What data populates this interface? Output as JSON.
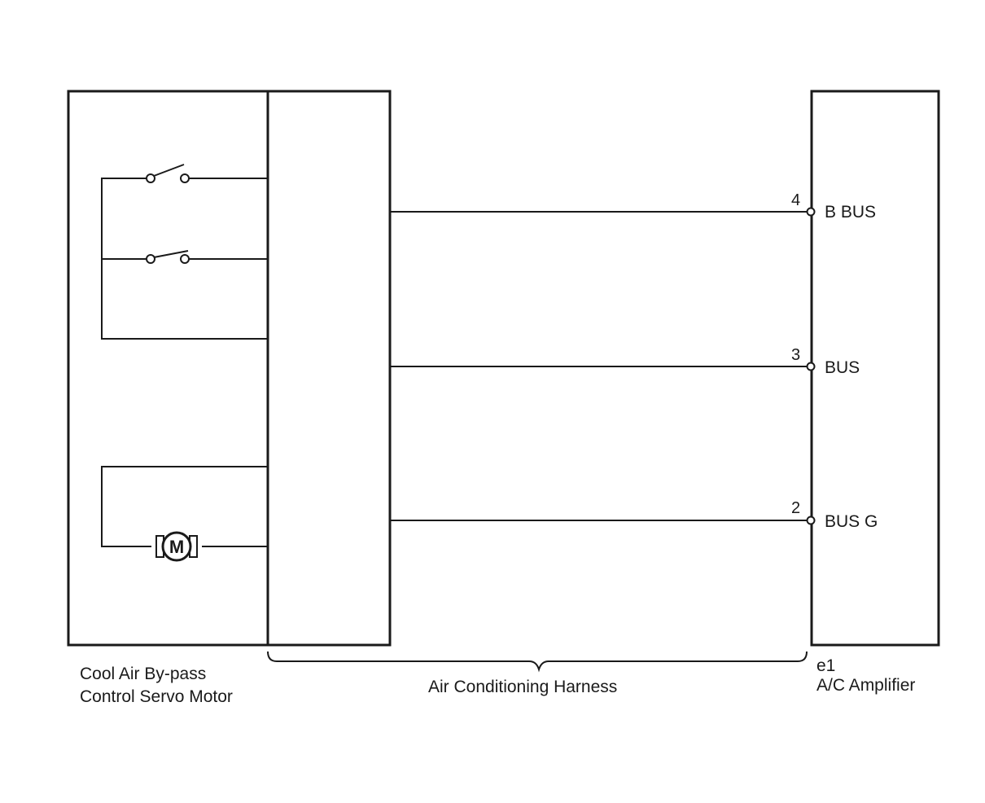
{
  "components": {
    "servo_motor": {
      "name_line1": "Cool Air By-pass",
      "name_line2": "Control Servo Motor",
      "motor_symbol": "M"
    },
    "harness": {
      "name": "Air Conditioning Harness"
    },
    "amplifier": {
      "connector_id": "e1",
      "name": "A/C Amplifier",
      "pins": [
        {
          "pin": "4",
          "signal": "B BUS"
        },
        {
          "pin": "3",
          "signal": "BUS"
        },
        {
          "pin": "2",
          "signal": "BUS G"
        }
      ]
    }
  },
  "colors": {
    "line": "#1a1a1a",
    "background": "#ffffff"
  },
  "icons": [
    "switch-open-icon",
    "switch-closed-icon",
    "motor-icon",
    "terminal-icon"
  ]
}
